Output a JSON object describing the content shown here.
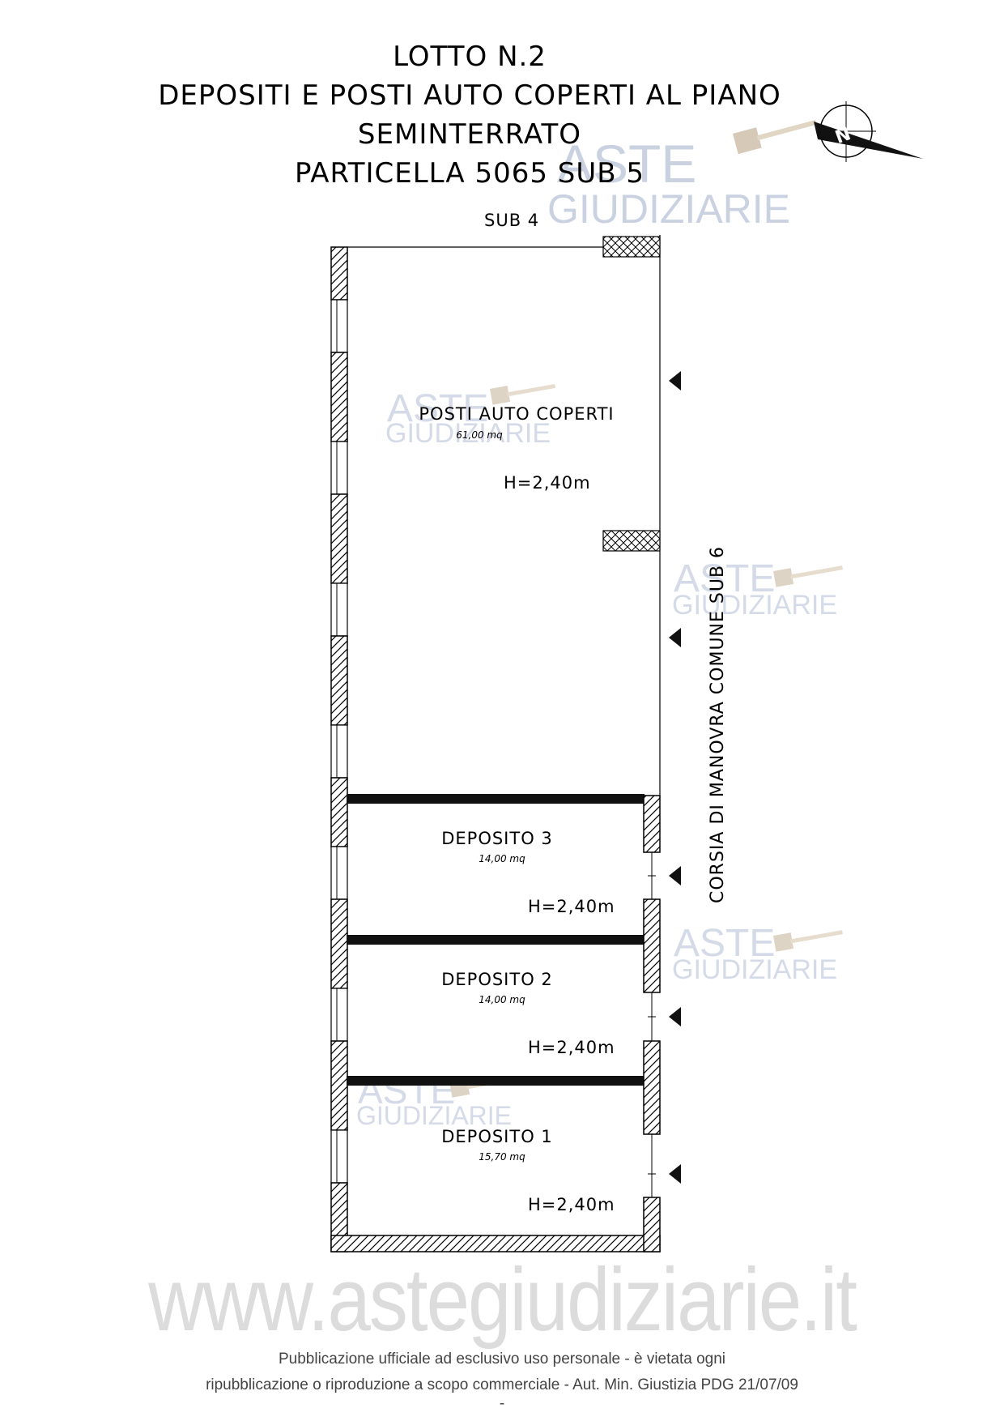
{
  "header": {
    "line1": "LOTTO N.2",
    "line2": "DEPOSITI E POSTI AUTO COPERTI AL PIANO",
    "line3": "SEMINTERRATO",
    "line4": "PARTICELLA 5065 SUB 5"
  },
  "north_arrow": {
    "letter": "N"
  },
  "plan": {
    "adjacent_top": "SUB 4",
    "adjacent_right": "CORSIA DI MANOVRA COMUNE SUB 6",
    "rooms": [
      {
        "name": "POSTI AUTO COPERTI",
        "area": "61,00 mq",
        "height": "H=2,40m"
      },
      {
        "name": "DEPOSITO 3",
        "area": "14,00 mq",
        "height": "H=2,40m"
      },
      {
        "name": "DEPOSITO 2",
        "area": "14,00 mq",
        "height": "H=2,40m"
      },
      {
        "name": "DEPOSITO 1",
        "area": "15,70 mq",
        "height": "H=2,40m"
      }
    ]
  },
  "watermark": {
    "logo_line1": "ASTE",
    "logo_line2": "GIUDIZIARIE",
    "url": "www.astegiudiziarie.it"
  },
  "footer": {
    "line1": "Pubblicazione ufficiale ad esclusivo uso personale - è vietata ogni",
    "line2": "ripubblicazione o riproduzione a scopo commerciale - Aut. Min. Giustizia PDG 21/07/09",
    "line3": "-"
  },
  "colors": {
    "watermark": "#b9c3d8",
    "hatch": "#000000"
  }
}
